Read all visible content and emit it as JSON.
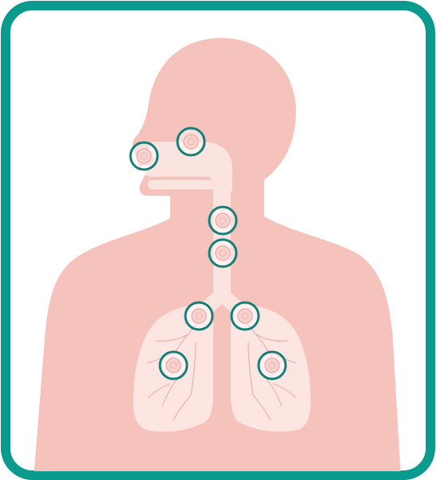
{
  "diagram": {
    "subject": "human-respiratory-system",
    "colors": {
      "frame": "#0a9a8e",
      "body": "#f6c3bc",
      "airway": "#fbe3df",
      "lung": "#fde6e2",
      "vessel": "#e8a8b0",
      "marker_ring": "#147f78",
      "marker_core": "#e9b3b0"
    },
    "markers": [
      {
        "id": "mouth",
        "label": ""
      },
      {
        "id": "nasal-cavity",
        "label": ""
      },
      {
        "id": "larynx",
        "label": ""
      },
      {
        "id": "trachea",
        "label": ""
      },
      {
        "id": "left-main-bronchus",
        "label": ""
      },
      {
        "id": "right-main-bronchus",
        "label": ""
      },
      {
        "id": "left-lung",
        "label": ""
      },
      {
        "id": "right-lung",
        "label": ""
      }
    ]
  }
}
